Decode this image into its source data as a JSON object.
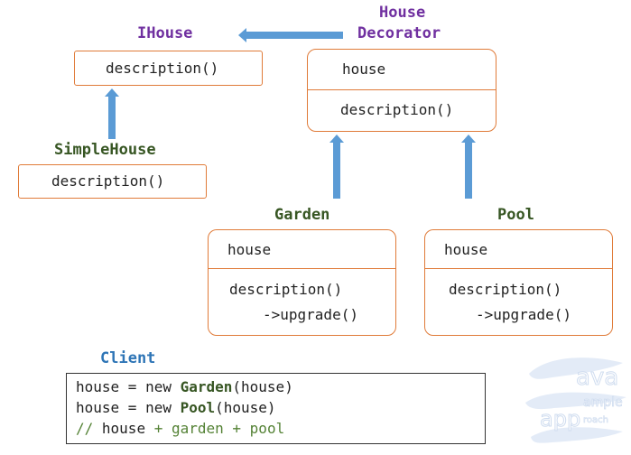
{
  "titles": {
    "ihouse": "IHouse",
    "decorator_line1": "House",
    "decorator_line2": "Decorator",
    "simplehouse": "SimpleHouse",
    "garden": "Garden",
    "pool": "Pool",
    "client": "Client"
  },
  "ihouse_box": {
    "method": "description()"
  },
  "decorator_box": {
    "field": "house",
    "method": "description()"
  },
  "simplehouse_box": {
    "method": "description()"
  },
  "garden_box": {
    "field": "house",
    "method": "description()",
    "sub_method": "->upgrade()"
  },
  "pool_box": {
    "field": "house",
    "method": "description()",
    "sub_method": "->upgrade()"
  },
  "client_code": {
    "line1_prefix": "house = new ",
    "line1_class": "Garden",
    "line1_suffix": "(house)",
    "line2_prefix": "house = new ",
    "line2_class": "Pool",
    "line2_suffix": "(house)",
    "line3_comment_start": "// ",
    "line3_mid": "house",
    "line3_comment_end": " + garden + pool"
  },
  "logo": {
    "ava": "ava",
    "ample": "ample",
    "app": "app",
    "roach": "roach"
  },
  "colors": {
    "title_purple": "#7030a0",
    "title_green": "#375623",
    "title_blue": "#2e75b6",
    "box_border": "#e07b39",
    "arrow": "#5b9bd5"
  },
  "icons": {
    "arrows": "block-arrow",
    "logo": "java-sample-approach-logo"
  }
}
